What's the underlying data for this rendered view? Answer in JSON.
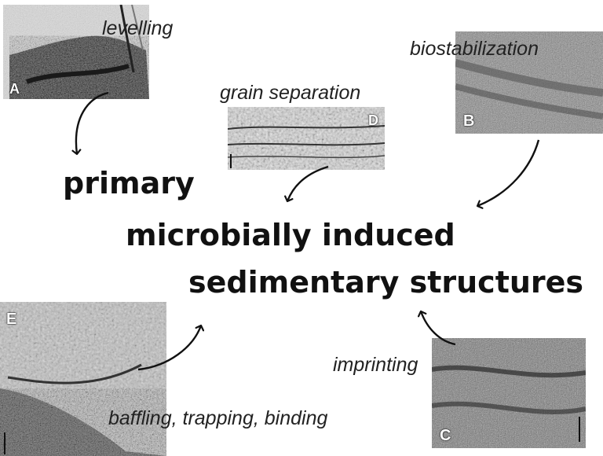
{
  "photos": {
    "a": {
      "letter": "A",
      "process": "levelling"
    },
    "b": {
      "letter": "B",
      "process": "biostabilization"
    },
    "c": {
      "letter": "C",
      "process": "imprinting"
    },
    "d": {
      "letter": "D",
      "process": "grain separation"
    },
    "e": {
      "letter": "E",
      "process": "baffling, trapping, binding"
    }
  },
  "headings": {
    "primary": "primary",
    "line1": "microbially induced",
    "line2": "sedimentary structures"
  }
}
